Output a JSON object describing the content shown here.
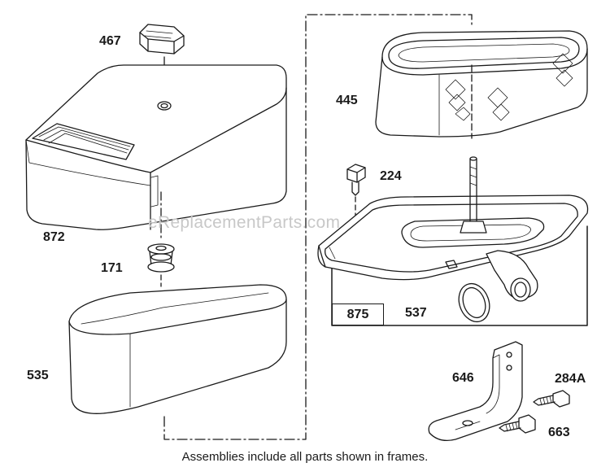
{
  "watermark": "eReplacementParts.com",
  "footnote": "Assemblies include all parts shown in frames.",
  "parts": {
    "p467": "467",
    "p872": "872",
    "p171": "171",
    "p535": "535",
    "p445": "445",
    "p224": "224",
    "p875": "875",
    "p537": "537",
    "p646": "646",
    "p284A": "284A",
    "p663": "663"
  }
}
